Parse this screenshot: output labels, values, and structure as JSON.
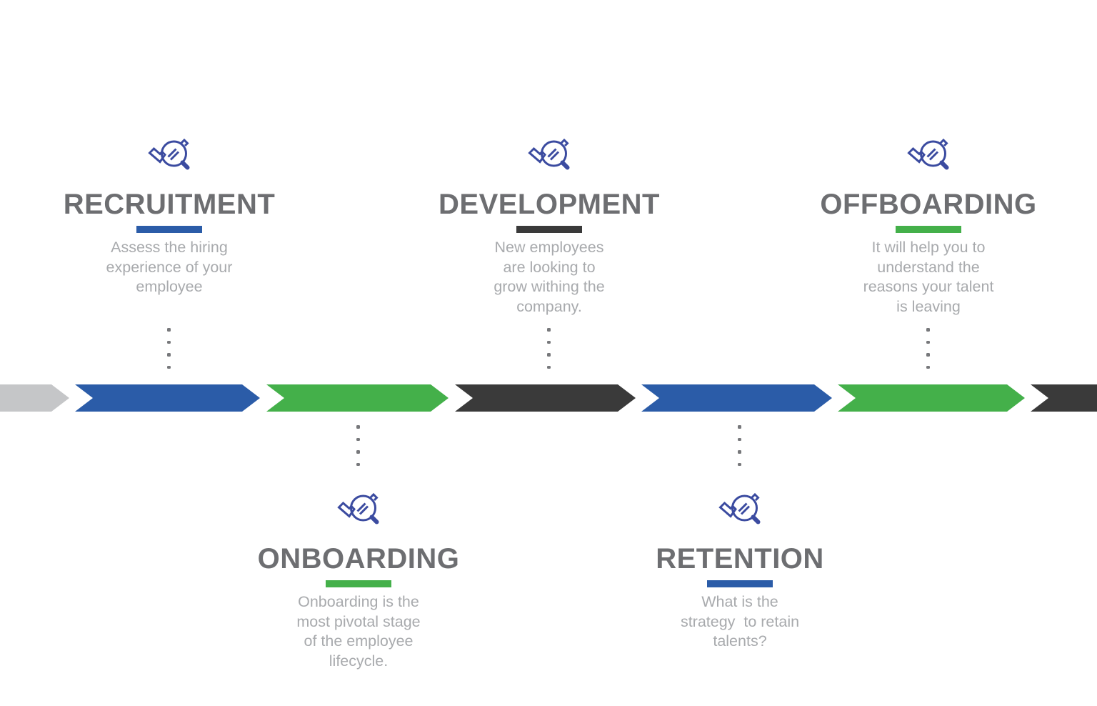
{
  "colors": {
    "background": "#FFFFFF",
    "icon_blue": "#3B4BA0",
    "title_gray": "#6D6E71",
    "desc_gray": "#A8AAAD",
    "dot_gray": "#77787B",
    "accent_blue": "#2B5CA8",
    "accent_green": "#44B04A",
    "accent_dark": "#3A3A3A",
    "accent_light_gray": "#C5C6C8"
  },
  "stages": [
    {
      "id": "recruitment",
      "title": "RECRUITMENT",
      "accent_color": "#2B5CA8",
      "description": "Assess the hiring\nexperience of your\nemployee",
      "row": "top",
      "icon": "magnifier-checkmark"
    },
    {
      "id": "onboarding",
      "title": "ONBOARDING",
      "accent_color": "#44B04A",
      "description": "Onboarding is the\nmost pivotal stage\nof the employee\nlifecycle.",
      "row": "bottom",
      "icon": "magnifier-checkmark"
    },
    {
      "id": "development",
      "title": "DEVELOPMENT",
      "accent_color": "#3A3A3A",
      "description": "New employees\nare looking to\ngrow withing the\ncompany.",
      "row": "top",
      "icon": "magnifier-checkmark"
    },
    {
      "id": "retention",
      "title": "RETENTION",
      "accent_color": "#2B5CA8",
      "description": "What is the\nstrategy  to retain\ntalents?",
      "row": "bottom",
      "icon": "magnifier-checkmark"
    },
    {
      "id": "offboarding",
      "title": "OFFBOARDING",
      "accent_color": "#44B04A",
      "description": "It will help you to\nunderstand the\nreasons your talent\nis leaving",
      "row": "top",
      "icon": "magnifier-checkmark"
    }
  ],
  "timeline": {
    "segments": [
      {
        "index": 0,
        "color": "#C5C6C8",
        "shape": "flat-left-partial"
      },
      {
        "index": 1,
        "color": "#2B5CA8",
        "shape": "chevron"
      },
      {
        "index": 2,
        "color": "#44B04A",
        "shape": "chevron"
      },
      {
        "index": 3,
        "color": "#3A3A3A",
        "shape": "chevron"
      },
      {
        "index": 4,
        "color": "#2B5CA8",
        "shape": "chevron"
      },
      {
        "index": 5,
        "color": "#44B04A",
        "shape": "chevron"
      },
      {
        "index": 6,
        "color": "#3A3A3A",
        "shape": "flat-right-partial"
      }
    ]
  }
}
